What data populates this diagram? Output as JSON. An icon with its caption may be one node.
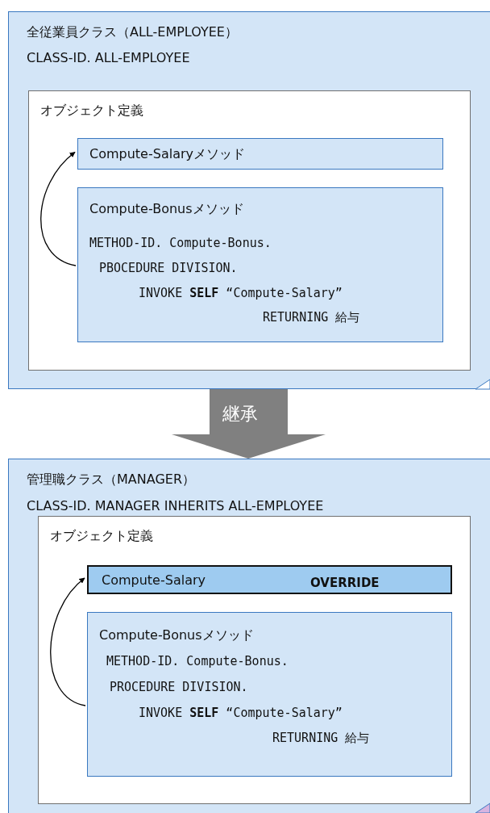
{
  "diagram": {
    "nodes": [
      {
        "text": [
          "全従業員クラス（ALL-EMPLOYEE）",
          "CLASS-ID. ALL-EMPLOYEE"
        ]
      },
      {
        "text": [
          "オブジェクト定義"
        ],
        "in": 0
      },
      {
        "text": [
          "Compute-Salaryメソッド"
        ],
        "in": 1
      },
      {
        "text": [
          "Compute-Bonusメソッド",
          "METHOD-ID. Compute-Bonus.",
          "PBOCEDURE DIVISION.",
          "INVOKE **SELF** “Compute-Salary”",
          "RETURNING 給与"
        ],
        "in": 1
      },
      {
        "text": [
          "管理職クラス（MANAGER）",
          "CLASS-ID. MANAGER INHERITS ALL-EMPLOYEE"
        ]
      },
      {
        "text": [
          "オブジェクト定義"
        ],
        "in": 4
      },
      {
        "text": [
          "Compute-Salary",
          "OVERRIDE"
        ],
        "in": 5
      },
      {
        "text": [
          "Compute-Bonusメソッド",
          "METHOD-ID. Compute-Bonus.",
          "PROCEDURE DIVISION.",
          "INVOKE **SELF** “Compute-Salary”",
          "RETURNING 給与"
        ],
        "in": 5
      }
    ],
    "edges": [
      {
        "from": 3,
        "to": 2,
        "arrow": "to"
      },
      {
        "from": 0,
        "to": 4,
        "arrow": "to",
        "label": "継承",
        "style": "thick",
        "color": "#808080"
      },
      {
        "from": 7,
        "to": 6,
        "arrow": "to"
      }
    ]
  }
}
